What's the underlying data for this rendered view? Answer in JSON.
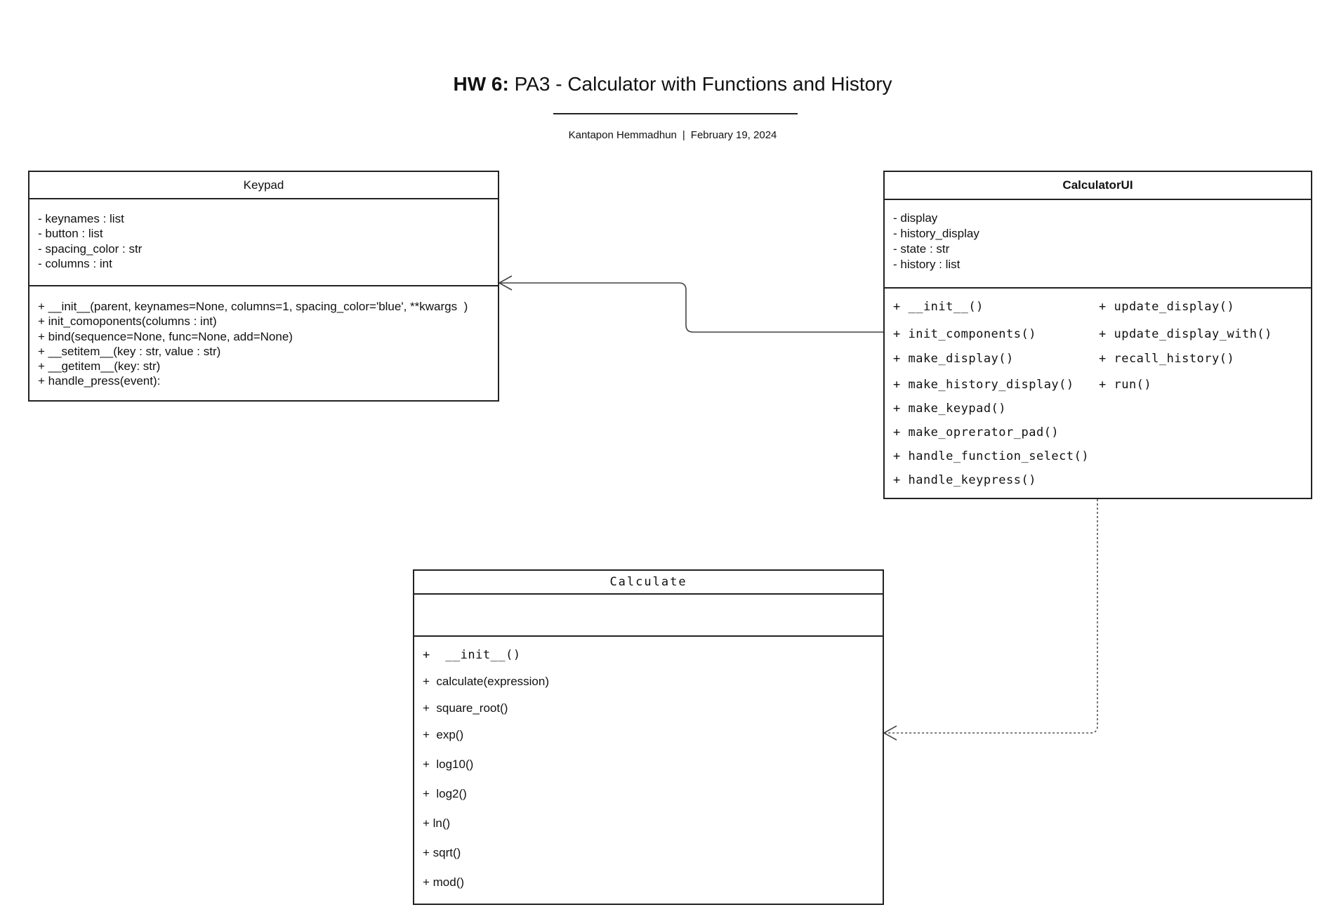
{
  "title": {
    "bold": "HW 6:",
    "rest": "PA3 - Calculator with Functions and History"
  },
  "subtitle": {
    "author": "Kantapon Hemmadhun",
    "separator": "|",
    "date": "February 19, 2024"
  },
  "classes": {
    "keypad": {
      "name": "Keypad",
      "attributes": [
        "- keynames : list",
        "- button : list",
        "- spacing_color : str",
        "- columns : int"
      ],
      "operations": [
        "+ __init__(parent, keynames=None, columns=1, spacing_color='blue', **kwargs  )",
        "+ init_comoponents(columns : int)",
        "+ bind(sequence=None, func=None, add=None)",
        "+ __setitem__(key : str, value : str)",
        "+ __getitem__(key: str)",
        "+ handle_press(event):"
      ]
    },
    "calculator_ui": {
      "name": "CalculatorUI",
      "attributes": [
        "- display",
        "- history_display",
        "- state : str",
        "- history : list"
      ],
      "operations_left": [
        "+ __init__()",
        "+ init_components()",
        "+ make_display()",
        "+ make_history_display()",
        "+ make_keypad()",
        "+ make_oprerator_pad()",
        "+ handle_function_select()",
        "+ handle_keypress()"
      ],
      "operations_right": [
        "+ update_display()",
        "+ update_display_with()",
        "+ recall_history()",
        "+ run()"
      ]
    },
    "calculate": {
      "name": "Calculate",
      "operations": [
        "+  __init__()",
        "+  calculate(expression)",
        "+  square_root()",
        "+  exp()",
        "+  log10()",
        "+  log2()",
        "+ ln()",
        "+ sqrt()",
        "+ mod()"
      ]
    }
  },
  "relationships": [
    {
      "from": "CalculatorUI",
      "to": "Keypad",
      "style": "solid",
      "arrow": "open"
    },
    {
      "from": "CalculatorUI",
      "to": "Calculate",
      "style": "dashed",
      "arrow": "open"
    }
  ],
  "colors": {
    "line": "#222222",
    "background": "#ffffff",
    "text": "#111111"
  }
}
